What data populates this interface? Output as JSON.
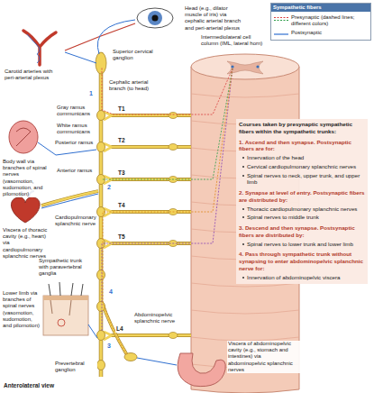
{
  "diagram": {
    "labels": [
      "Head (e.g., dilator muscle of iris) via cephalic arterial branch and peri-arterial plexus",
      "Sympathetic fibers",
      "Carotid arteries with peri-arterial plexus",
      "Superior cervical ganglion",
      "Intermediolateral cell column (IML, lateral horn)",
      "Cephalic arterial branch (to head)",
      "T1",
      "Gray ramus communicans",
      "White ramus communicans",
      "T2",
      "Body wall via branches of spinal nerves (vasomotion, sudomotion, and pilomotion)",
      "Posterior ramus",
      "Anterior ramus",
      "T3",
      "Cardiopulmonary splanchnic nerve",
      "T4",
      "Viscera of thoracic cavity (e.g., heart) via cardiopulmonary splanchnic nerves",
      "T5",
      "Sympathetic trunk with paravertebral ganglia",
      "Courses taken by presynaptic sympathetic fibers within the sympathetic trunks:",
      "1. Ascend and then synapse. Postsynaptic fibers are for:",
      "Innervation of the head",
      "Cervical cardiopulmonary splanchnic nerves",
      "Spinal nerves to neck, upper trunk, and upper limb",
      "2. Synapse at level of entry. Postsynaptic fibers are distributed by:",
      "Thoracic cardiopulmonary splanchnic nerves",
      "Spinal nerves to middle trunk",
      "3. Descend and then synapse. Postsynaptic fibers are distributed by:",
      "Spinal nerves to lower trunk and lower limb",
      "4. Pass through sympathetic trunk without synapsing to enter abdominopelvic splanchnic nerve for:",
      "Innervation of abdominopelvic viscera",
      "Lower limb via branches of spinal nerves (vasomotion, sudomotion, and pilomotion)",
      "L4",
      "Abdominopelvic splanchnic nerve",
      "Prevertebral ganglion",
      "Viscera of abdominopelvic cavity (e.g., stomach and intestines) via abdominopelvic splanchnic nerves",
      "Anterolateral view",
      "1",
      "2",
      "3",
      "4"
    ],
    "legend": [
      {
        "text": "Presynaptic (dashed lines; different colors)"
      },
      {
        "text": "Postsynaptic"
      }
    ]
  }
}
